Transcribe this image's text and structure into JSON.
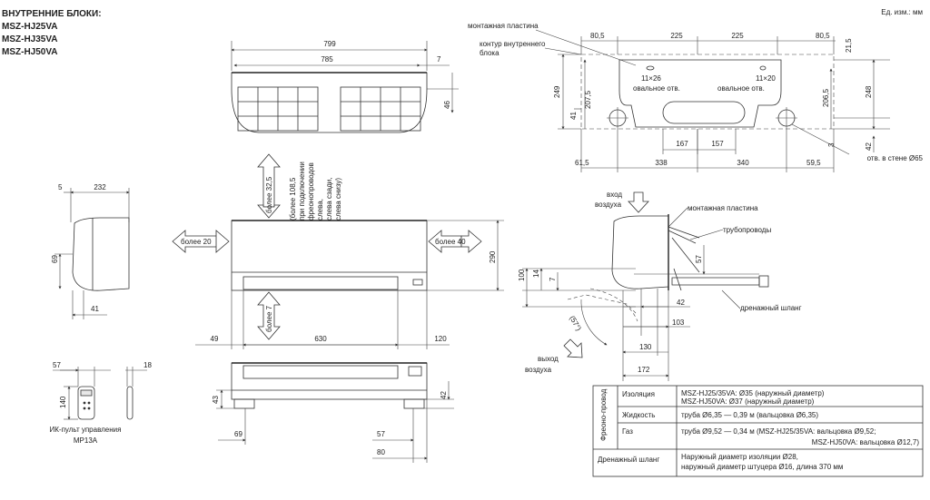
{
  "header": {
    "title_lines": [
      "ВНУТРЕННИЕ БЛОКИ:",
      "MSZ-HJ25VA",
      "MSZ-HJ35VA",
      "MSZ-HJ50VA"
    ],
    "units": "Ед. изм.: мм"
  },
  "top_view": {
    "d799": "799",
    "d785": "785",
    "d7": "7",
    "d46": "46"
  },
  "front_view": {
    "up_label": "более 32,5",
    "note_lines": [
      "(более 108,5",
      "при подключении",
      "фреонопроводов",
      "слева,",
      "слева сзади,",
      "слева снизу)"
    ],
    "left_label": "более 20",
    "right_label": "более 40",
    "down_label": "более 7",
    "d290": "290",
    "d49": "49",
    "d630": "630",
    "d120": "120"
  },
  "side_view": {
    "d5": "5",
    "d232": "232",
    "d69": "69",
    "d41": "41"
  },
  "bottom_view": {
    "d43": "43",
    "d69": "69",
    "d42": "42",
    "d57": "57",
    "d80": "80"
  },
  "remote": {
    "d57": "57",
    "d18": "18",
    "d140": "140",
    "caption_lines": [
      "ИК-пульт управления",
      "MP13A"
    ]
  },
  "plate": {
    "label_plate": "монтажная пластина",
    "label_contour_lines": [
      "контур внутреннего",
      "блока"
    ],
    "top_dims": [
      "80,5",
      "225",
      "225",
      "80,5"
    ],
    "d21_5": "21,5",
    "hole_left_lines": [
      "11×26",
      "овальное отв."
    ],
    "hole_right_lines": [
      "11×20",
      "овальное отв."
    ],
    "d249": "249",
    "d207_5": "207,5",
    "d41": "41",
    "d206_5": "206,5",
    "d248": "248",
    "d3": "3",
    "d42": "42",
    "d167": "167",
    "d157": "157",
    "bottom_dims": [
      "61,5",
      "338",
      "340",
      "59,5"
    ],
    "wall_hole": "отв. в стене Ø65"
  },
  "install": {
    "air_in_lines": [
      "вход",
      "воздуха"
    ],
    "label_plate": "монтажная пластина",
    "label_pipes": "трубопроводы",
    "label_drain": "дренажный шланг",
    "air_out_lines": [
      "выход",
      "воздуха"
    ],
    "angle": "(57°)",
    "d100": "100",
    "d14": "14",
    "d7": "7",
    "d57": "57",
    "d42": "42",
    "d103": "103",
    "d130": "130",
    "d172": "172"
  },
  "spec_table": {
    "group_label": "Фреоно-провод",
    "rows": [
      {
        "label": "Изоляция",
        "lines": [
          "MSZ-HJ25/35VA: Ø35 (наружный диаметр)",
          "MSZ-HJ50VA: Ø37 (наружный диаметр)"
        ]
      },
      {
        "label": "Жидкость",
        "lines": [
          "труба Ø6,35 — 0,39 м (вальцовка Ø6,35)"
        ]
      },
      {
        "label": "Газ",
        "lines": [
          "труба Ø9,52 — 0,34  м (MSZ-HJ25/35VA: вальцовка Ø9,52;",
          "MSZ-HJ50VA: вальцовка Ø12,7)"
        ]
      },
      {
        "label": "Дренажный шланг",
        "lines": [
          "Наружный диаметр изоляции Ø28,",
          "наружный диаметр штуцера Ø16, длина 370 мм"
        ]
      }
    ]
  }
}
